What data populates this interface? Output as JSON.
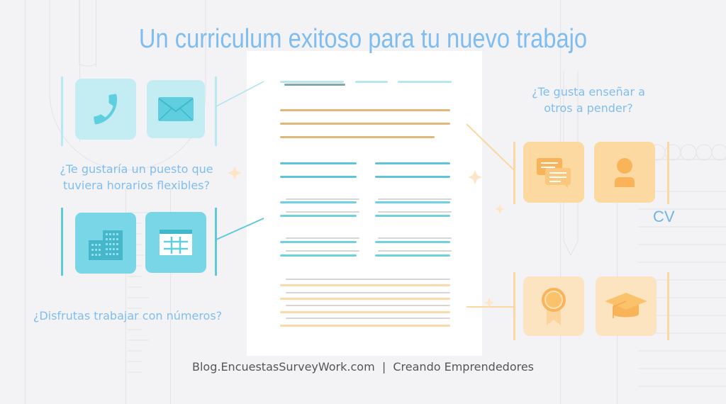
{
  "title": "Un curriculum exitoso para tu nuevo trabajo",
  "questions": {
    "flexible_hours": [
      "¿Te gustaría un puesto que",
      "tuviera horarios flexibles?"
    ],
    "numbers": "¿Disfrutas trabajar con números?",
    "teaching": [
      "¿Te gusta enseñar a",
      "otros a pender?"
    ]
  },
  "cv_label": "CV",
  "footer": "Blog.EncuestasSurveyWork.com  |  Creando Emprendedores",
  "icons": {
    "left_top": [
      "phone-icon",
      "envelope-icon"
    ],
    "left_bottom": [
      "buildings-icon",
      "calendar-icon"
    ],
    "right_top": [
      "chat-bubbles-icon",
      "person-icon"
    ],
    "right_bottom": [
      "award-ribbon-icon",
      "graduation-cap-icon"
    ]
  },
  "colors": {
    "title": "#7fbdf0",
    "cyan": "#5fcfe0",
    "light_cyan_tile": "#c3ecf3",
    "cyan_tile": "#79d6e6",
    "orange": "#f9b45a",
    "orange_tile": "#fdd9a2",
    "footer_text": "#555555"
  }
}
